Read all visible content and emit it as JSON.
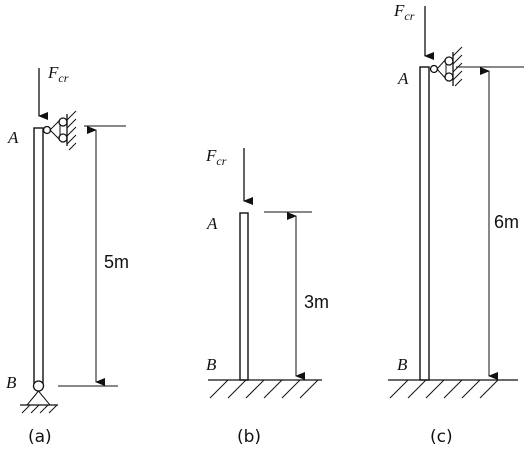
{
  "force": {
    "symbol": "F",
    "subscript": "cr"
  },
  "panels": [
    {
      "caption": "(a)",
      "top_label": "A",
      "bottom_label": "B",
      "length": "5m"
    },
    {
      "caption": "(b)",
      "top_label": "A",
      "bottom_label": "B",
      "length": "3m"
    },
    {
      "caption": "(c)",
      "top_label": "A",
      "bottom_label": "B",
      "length": "6m"
    }
  ]
}
